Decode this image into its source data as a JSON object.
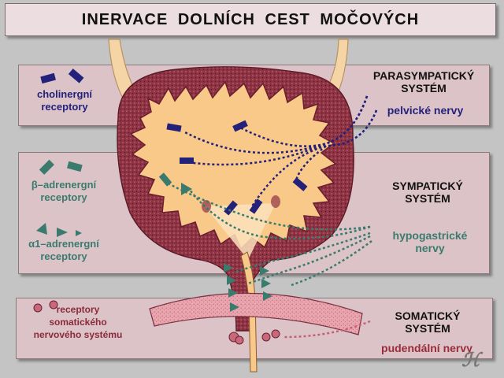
{
  "title": "INERVACE  DOLNÍCH  CEST  MOČOVÝCH",
  "parasympathetic": {
    "system": [
      "PARASYMPATICKÝ",
      "SYSTÉM"
    ],
    "nerve": "pelvické  nervy",
    "receptor_label": [
      "cholinergní",
      "receptory"
    ]
  },
  "sympathetic": {
    "system": [
      "SYMPATICKÝ",
      "SYSTÉM"
    ],
    "nerve": [
      "hypogastrické",
      "nervy"
    ],
    "beta_label": [
      "β–adrenergní",
      "receptory"
    ],
    "alpha_label": [
      "α1–adrenergní",
      "receptory"
    ]
  },
  "somatic": {
    "system": [
      "SOMATICKÝ",
      "SYSTÉM"
    ],
    "nerve": "pudendální  nervy",
    "receptor_label": [
      "receptory",
      "somatického",
      "nervového  systému"
    ]
  },
  "colors": {
    "parasympathetic": "#23217a",
    "sympathetic": "#3a7b6e",
    "somatic": "#9b2a3a",
    "bladder_wall": "#8e3344",
    "bladder_lumen": "#f9c989",
    "ureter": "#f5d5a6"
  }
}
